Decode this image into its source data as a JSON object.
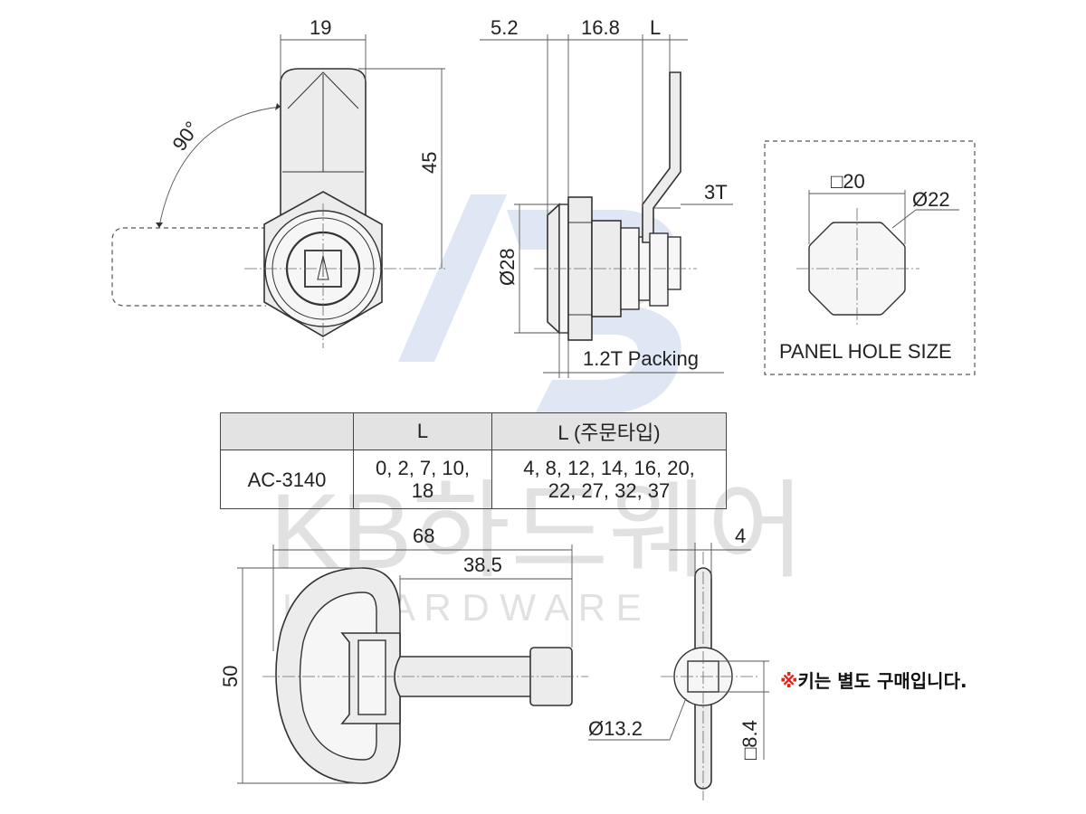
{
  "watermark": {
    "brand_text": "KB하드웨어",
    "sub_text": "K B H A R D W A R E"
  },
  "front_view": {
    "width_dim": "19",
    "height_dim": "45",
    "angle": "90°"
  },
  "side_view": {
    "dim_a": "5.2",
    "dim_b": "16.8",
    "dim_l": "L",
    "thickness": "3T",
    "diameter": "Ø28",
    "packing": "1.2T Packing"
  },
  "panel_hole": {
    "square": "□20",
    "diameter": "Ø22",
    "caption": "PANEL HOLE SIZE"
  },
  "spec_table": {
    "headers": [
      "",
      "L",
      "L (주문타입)"
    ],
    "row": {
      "model": "AC-3140",
      "l_values_line1": "0, 2, 7, 10,",
      "l_values_line2": "18",
      "order_values_line1": "4, 8, 12, 14, 16, 20,",
      "order_values_line2": "22, 27, 32, 37"
    }
  },
  "key_view": {
    "length": "68",
    "shaft_length": "38.5",
    "height": "50",
    "thickness": "4",
    "bow_diameter": "Ø13.2",
    "square": "□8.4"
  },
  "note": {
    "mark": "※",
    "text": "키는 별도 구매입니다."
  },
  "colors": {
    "watermark_logo": "#b7c8e6",
    "note_mark": "#e2231a"
  }
}
